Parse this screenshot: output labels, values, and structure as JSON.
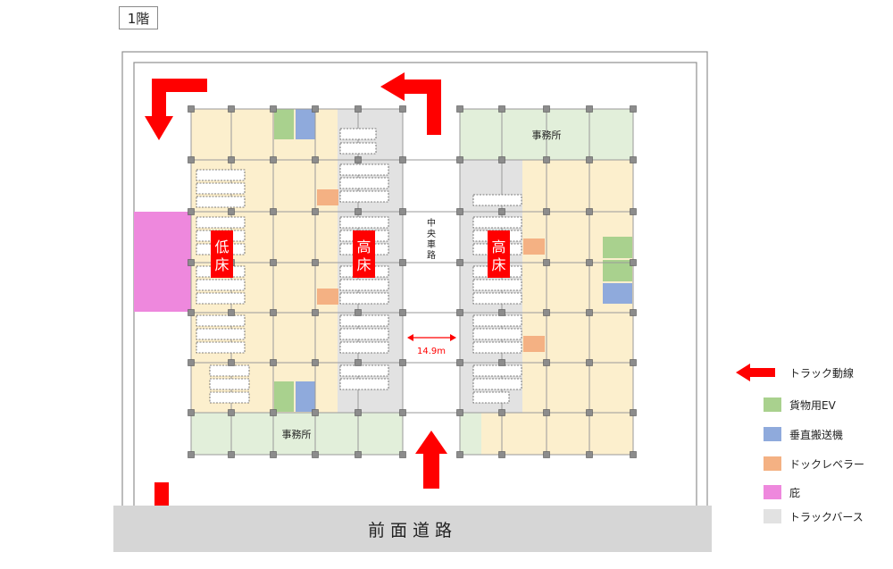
{
  "floor_label": "1階",
  "road_label": "前面道路",
  "labels": {
    "office": "事務所",
    "central_lane": [
      "中",
      "央",
      "車",
      "路"
    ],
    "low_floor": [
      "低",
      "床"
    ],
    "high_floor": [
      "高",
      "床"
    ],
    "width": "14.9m"
  },
  "legend": {
    "truck_flow": "トラック動線",
    "freight_ev": "貨物用EV",
    "vertical_conveyor": "垂直搬送機",
    "dock_leveler": "ドックレベラー",
    "canopy": "庇",
    "truck_berth": "トラックバース"
  },
  "colors": {
    "floor": "#fcefcd",
    "office": "#e2efda",
    "berth": "#e2e2e2",
    "canopy": "#ee88dd",
    "freight_ev": "#a9d18e",
    "vertical_conveyor": "#8faadc",
    "dock_leveler": "#f4b183",
    "arrow": "#ff0000",
    "label_bg": "#ff0000",
    "column": "#8c8c8c",
    "road": "#d6d6d6"
  }
}
